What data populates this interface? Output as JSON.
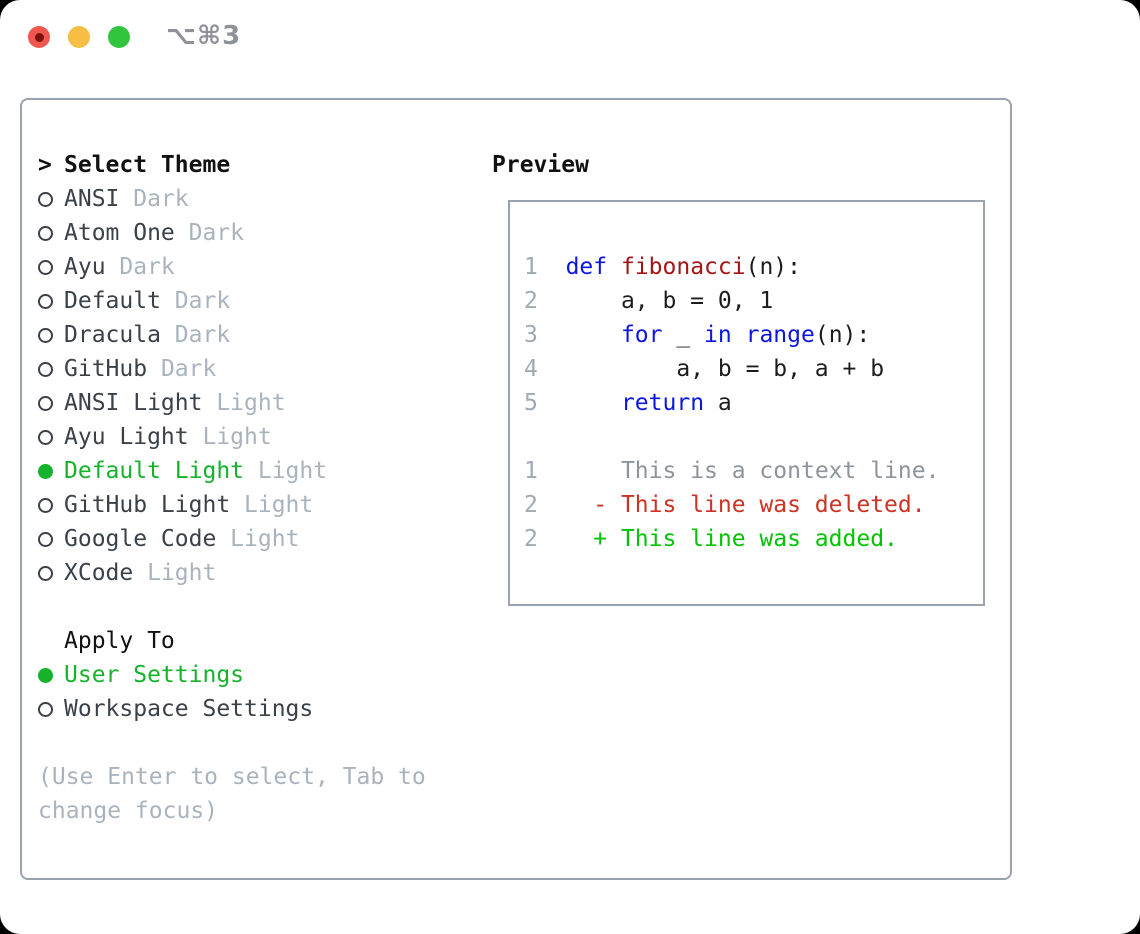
{
  "window": {
    "title": "⌥⌘3"
  },
  "colors": {
    "selection_green": "#14b32b",
    "muted_gray": "#a9b3be",
    "item_text": "#3a4149",
    "panel_border": "#9aa3ae",
    "keyword_blue": "#0b16e3",
    "function_red": "#a31515",
    "diff_deleted_red": "#cd3222",
    "diff_added_green": "#00c400",
    "line_number_gray": "#9fa9b4",
    "traffic_red": "#f0574e",
    "traffic_yellow": "#f8bd45",
    "traffic_green": "#30c53c",
    "titlebar_text": "#8e9298"
  },
  "theme_selector": {
    "header_prefix": ">",
    "header": "Select Theme",
    "items": [
      {
        "name": "ANSI",
        "variant": "Dark",
        "selected": false
      },
      {
        "name": "Atom One",
        "variant": "Dark",
        "selected": false
      },
      {
        "name": "Ayu",
        "variant": "Dark",
        "selected": false
      },
      {
        "name": "Default",
        "variant": "Dark",
        "selected": false
      },
      {
        "name": "Dracula",
        "variant": "Dark",
        "selected": false
      },
      {
        "name": "GitHub",
        "variant": "Dark",
        "selected": false
      },
      {
        "name": "ANSI Light",
        "variant": "Light",
        "selected": false
      },
      {
        "name": "Ayu Light",
        "variant": "Light",
        "selected": false
      },
      {
        "name": "Default Light",
        "variant": "Light",
        "selected": true
      },
      {
        "name": "GitHub Light",
        "variant": "Light",
        "selected": false
      },
      {
        "name": "Google Code",
        "variant": "Light",
        "selected": false
      },
      {
        "name": "XCode",
        "variant": "Light",
        "selected": false
      }
    ]
  },
  "apply_to": {
    "header": "Apply To",
    "items": [
      {
        "name": "User Settings",
        "selected": true
      },
      {
        "name": "Workspace Settings",
        "selected": false
      }
    ]
  },
  "help_text": "(Use Enter to select, Tab to change focus)",
  "preview": {
    "header": "Preview",
    "lines": [
      {
        "tokens": [
          {
            "t": "1",
            "s": "num"
          },
          {
            "t": "  ",
            "s": "code"
          },
          {
            "t": "def",
            "s": "kw"
          },
          {
            "t": " ",
            "s": "code"
          },
          {
            "t": "fibonacci",
            "s": "fn"
          },
          {
            "t": "(n):",
            "s": "code"
          }
        ]
      },
      {
        "tokens": [
          {
            "t": "2",
            "s": "num"
          },
          {
            "t": "      a, b = 0, 1",
            "s": "code"
          }
        ]
      },
      {
        "tokens": [
          {
            "t": "3",
            "s": "num"
          },
          {
            "t": "      ",
            "s": "code"
          },
          {
            "t": "for",
            "s": "kw"
          },
          {
            "t": " _ ",
            "s": "code"
          },
          {
            "t": "in",
            "s": "kw"
          },
          {
            "t": " ",
            "s": "code"
          },
          {
            "t": "range",
            "s": "kw"
          },
          {
            "t": "(n):",
            "s": "code"
          }
        ]
      },
      {
        "tokens": [
          {
            "t": "4",
            "s": "num"
          },
          {
            "t": "          a, b = b, a + b",
            "s": "code"
          }
        ]
      },
      {
        "tokens": [
          {
            "t": "5",
            "s": "num"
          },
          {
            "t": "      ",
            "s": "code"
          },
          {
            "t": "return",
            "s": "kw"
          },
          {
            "t": " a",
            "s": "code"
          }
        ]
      },
      {
        "tokens": []
      },
      {
        "tokens": [
          {
            "t": "1",
            "s": "num"
          },
          {
            "t": "      ",
            "s": "code"
          },
          {
            "t": "This is a context line.",
            "s": "ctx"
          }
        ]
      },
      {
        "tokens": [
          {
            "t": "2",
            "s": "num"
          },
          {
            "t": "    ",
            "s": "code"
          },
          {
            "t": "- This line was deleted.",
            "s": "del"
          }
        ]
      },
      {
        "tokens": [
          {
            "t": "2",
            "s": "num"
          },
          {
            "t": "    ",
            "s": "code"
          },
          {
            "t": "+ This line was added.",
            "s": "add"
          }
        ]
      }
    ]
  }
}
